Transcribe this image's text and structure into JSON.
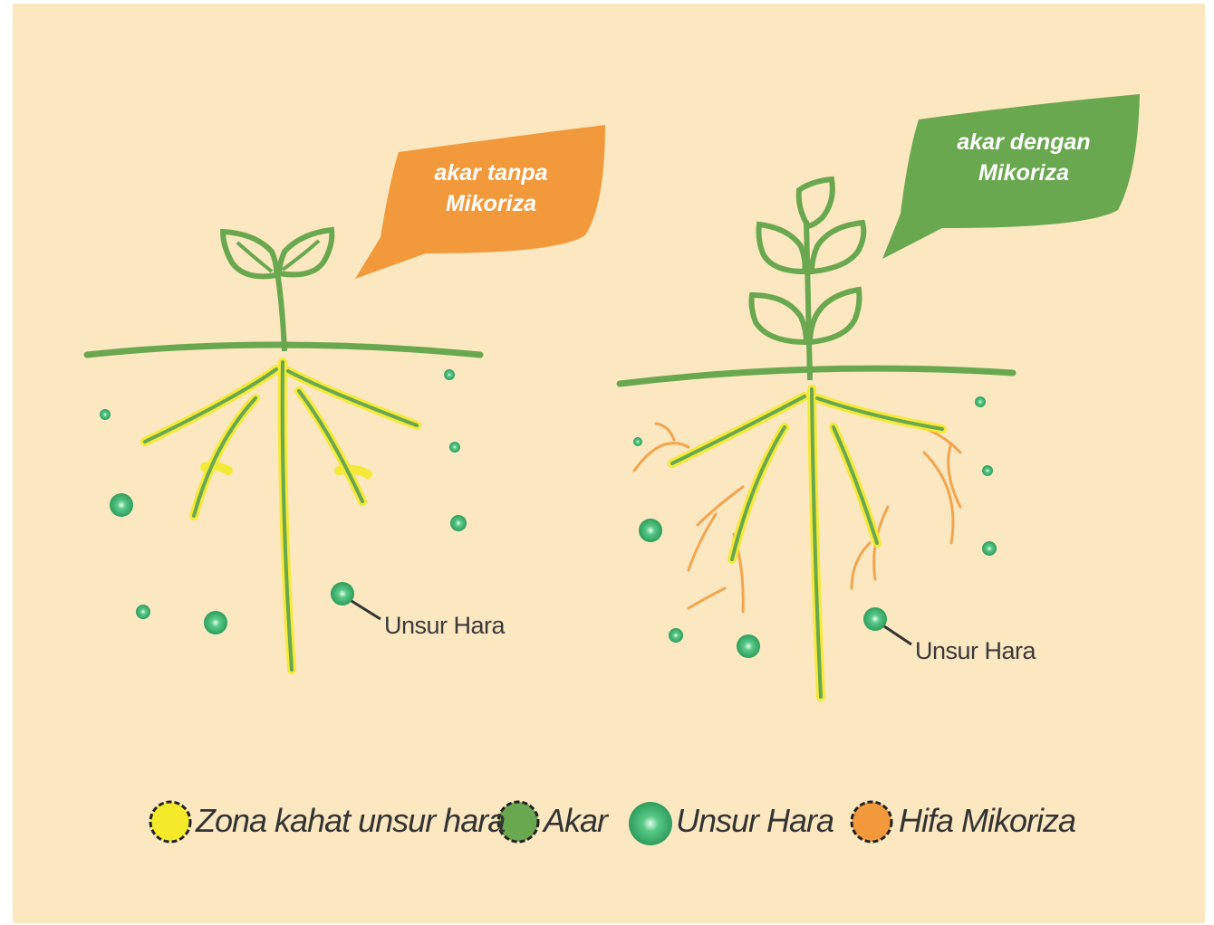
{
  "bubbles": {
    "left": {
      "line1": "akar tanpa",
      "line2": "Mikoriza",
      "color": "#f29a3b"
    },
    "right": {
      "line1": "akar dengan",
      "line2": "Mikoriza",
      "color": "#6aa84f"
    }
  },
  "labels": {
    "nutrient_left": "Unsur Hara",
    "nutrient_right": "Unsur Hara"
  },
  "legend": [
    {
      "label": "Zona kahat unsur hara",
      "icon": "yellow-zone-icon",
      "color": "#f5ea2a"
    },
    {
      "label": "Akar",
      "icon": "green-root-icon",
      "color": "#6aa84f"
    },
    {
      "label": "Unsur Hara",
      "icon": "nutrient-icon",
      "color": "#3fb56e"
    },
    {
      "label": "Hifa Mikoriza",
      "icon": "orange-hypha-icon",
      "color": "#f29a3b"
    }
  ],
  "colors": {
    "background": "#fbe7c0",
    "plant_green": "#6aa84f",
    "zone_yellow": "#f5ea2a",
    "hypha_orange": "#f29a3b",
    "nutrient_green": "#3fb56e"
  }
}
